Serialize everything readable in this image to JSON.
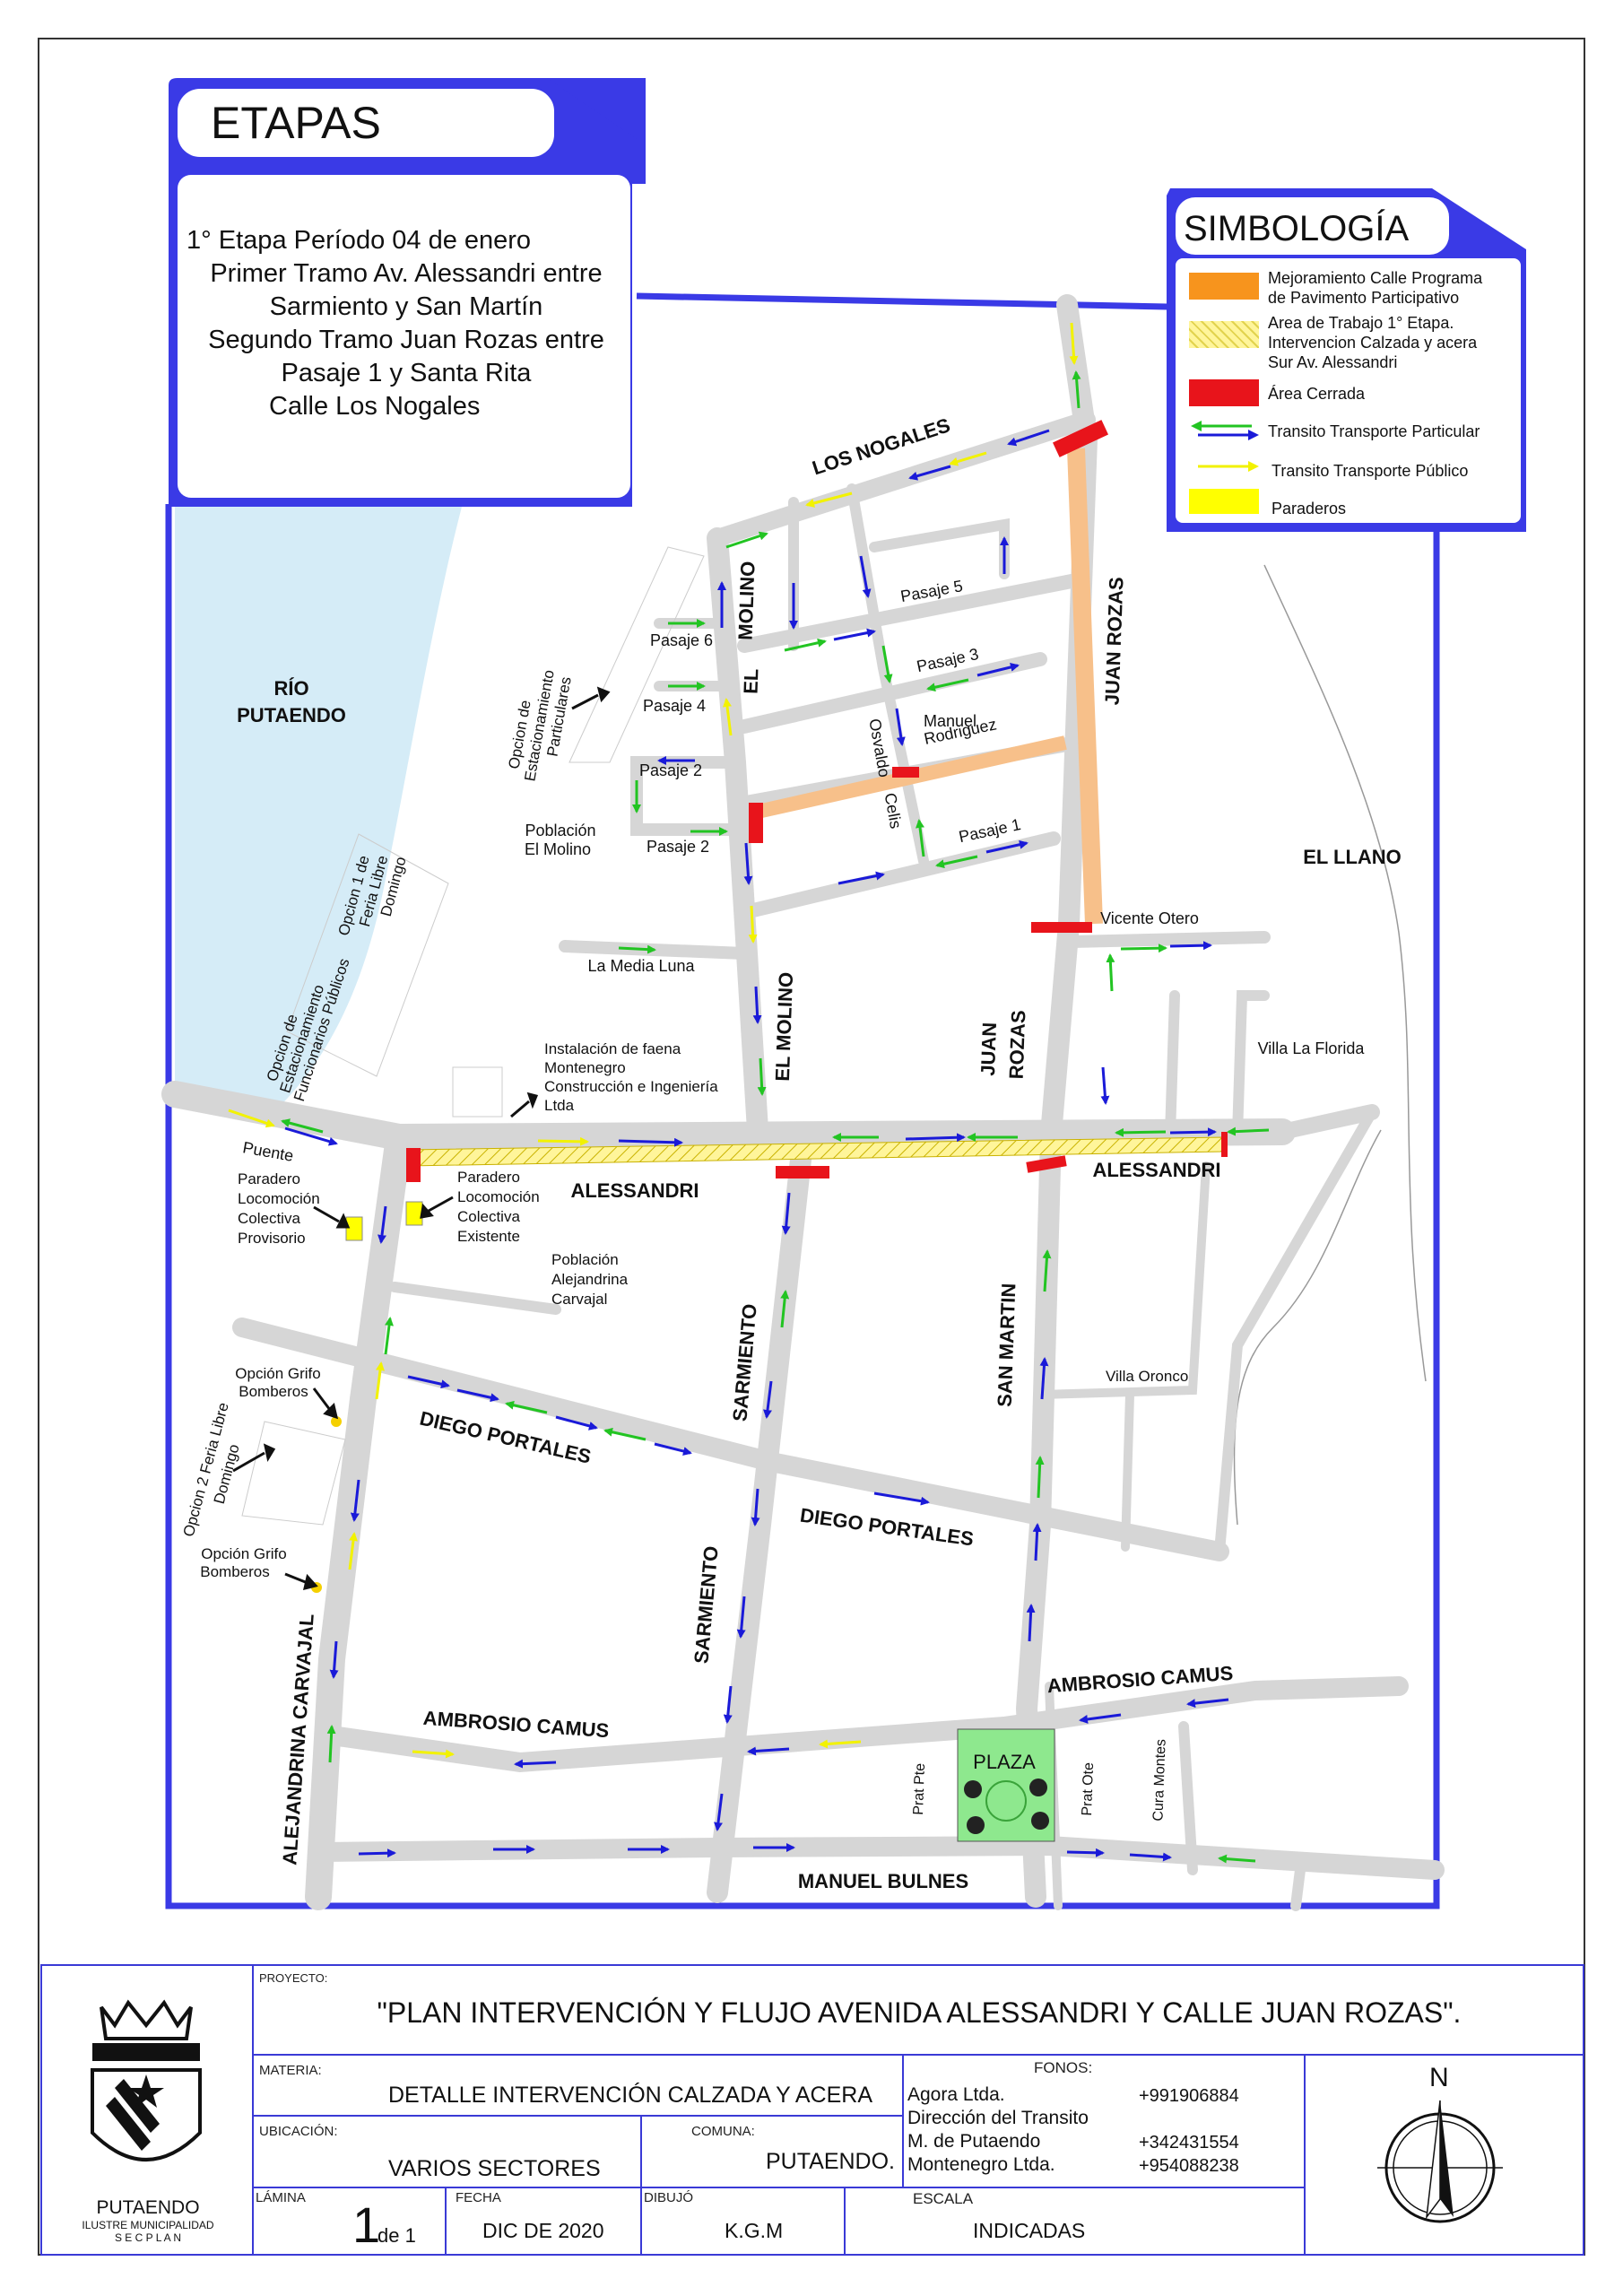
{
  "etapas": {
    "title": "ETAPAS",
    "lines": [
      "1° Etapa Período 04 de enero",
      "Primer Tramo Av. Alessandri entre",
      "Sarmiento y San Martín",
      "Segundo Tramo Juan Rozas entre",
      "Pasaje 1 y Santa Rita",
      "Calle Los Nogales"
    ]
  },
  "simbologia": {
    "title": "SIMBOLOGÍA",
    "items": [
      {
        "text": "Mejoramiento Calle Programa",
        "text2": "de Pavimento Participativo",
        "symbol": "orange-fill",
        "color": "#f7941d"
      },
      {
        "text": "Area de Trabajo 1° Etapa.",
        "text2": "Intervencion Calzada y acera",
        "text3": "Sur Av. Alessandri",
        "symbol": "yellow-hatch",
        "color": "#fff59a"
      },
      {
        "text": "Área Cerrada",
        "symbol": "red-fill",
        "color": "#e8141b"
      },
      {
        "text": "Transito Transporte Particular",
        "symbol": "green-blue-arrows",
        "color": "#2020d0"
      },
      {
        "text": "Transito Transporte Público",
        "symbol": "yellow-arrow",
        "color": "#f4f400"
      },
      {
        "text": "Paraderos",
        "symbol": "yellow-fill",
        "color": "#ffff00"
      }
    ]
  },
  "map_labels": {
    "rio": [
      "RÍO",
      "PUTAENDO"
    ],
    "el_llano": "EL LLANO",
    "los_nogales": "LOS NOGALES",
    "juan_rozas_n": "JUAN ROZAS",
    "juan_rozas_s1": "JUAN",
    "juan_rozas_s2": "ROZAS",
    "el_molino_1": "MOLINO",
    "el_molino_2": "EL",
    "el_molino_s": "EL MOLINO",
    "pasaje5": "Pasaje 5",
    "pasaje6": "Pasaje 6",
    "pasaje3": "Pasaje 3",
    "pasaje4": "Pasaje 4",
    "pasaje2a": "Pasaje 2",
    "pasaje2b": "Pasaje 2",
    "pasaje1": "Pasaje 1",
    "manuel_rod1": "Manuel",
    "manuel_rod2": "Rodriguez",
    "osvaldo": "Osvaldo",
    "celis": "Celis",
    "poblacion_molino1": "Población",
    "poblacion_molino2": "El Molino",
    "vicente_otero": "Vicente Otero",
    "media_luna": "La Media Luna",
    "villa_florida": "Villa La Florida",
    "estac_part": [
      "Opcion de",
      "Estacionamiento",
      "Particulares"
    ],
    "feria1": [
      "Opcion 1 de",
      "Feria Libre",
      "Domingo"
    ],
    "estac_func": [
      "Opcion de",
      "Estacionamiento",
      "Funcionarios Públicos"
    ],
    "faena": [
      "Instalación de faena",
      "Montenegro",
      "Construcción e Ingeniería",
      "Ltda"
    ],
    "puente": "Puente",
    "alessandri_1": "ALESSANDRI",
    "alessandri_2": "ALESSANDRI",
    "paradero_prov": [
      "Paradero",
      "Locomoción",
      "Colectiva",
      "Provisorio"
    ],
    "paradero_exist": [
      "Paradero",
      "Locomoción",
      "Colectiva",
      "Existente"
    ],
    "pob_alejandrina": [
      "Población",
      "Alejandrina",
      "Carvajal"
    ],
    "sarmiento_1": "SARMIENTO",
    "sarmiento_2": "SARMIENTO",
    "san_martin": "SAN MARTIN",
    "villa_oronco": "Villa Oronco",
    "grifo1": [
      "Opción Grifo",
      "Bomberos"
    ],
    "grifo2": [
      "Opción Grifo",
      "Bomberos"
    ],
    "feria2": [
      "Opcion 2 Feria Libre",
      "Domingo"
    ],
    "diego_portales_1": "DIEGO PORTALES",
    "diego_portales_2": "DIEGO PORTALES",
    "ambrosio_1": "AMBROSIO CAMUS",
    "ambrosio_2": "AMBROSIO CAMUS",
    "plaza": "PLAZA",
    "prat_pte": "Prat Pte",
    "prat_ote": "Prat Ote",
    "cura_montes": "Cura Montes",
    "alejandrina": "ALEJANDRINA CARVAJAL",
    "manuel_bulnes": "MANUEL BULNES"
  },
  "title_block": {
    "logo_text": "PUTAENDO",
    "logo_sub": "ILUSTRE MUNICIPALIDAD",
    "logo_sub2": "S E C P L A N",
    "proyecto_label": "PROYECTO:",
    "proyecto": "\"PLAN INTERVENCIÓN Y FLUJO AVENIDA ALESSANDRI Y CALLE JUAN ROZAS\".",
    "materia_label": "MATERIA:",
    "materia": "DETALLE INTERVENCIÓN CALZADA Y ACERA",
    "fonos_label": "FONOS:",
    "fonos": [
      {
        "name": "Agora Ltda.",
        "phone": "+991906884"
      },
      {
        "name": "Dirección del Transito",
        "phone": ""
      },
      {
        "name": "M. de Putaendo",
        "phone": "+342431554"
      },
      {
        "name": "Montenegro Ltda.",
        "phone": "+954088238"
      }
    ],
    "ubicacion_label": "UBICACIÓN:",
    "ubicacion": "VARIOS SECTORES",
    "comuna_label": "COMUNA:",
    "comuna": "PUTAENDO.",
    "lamina_label": "LÁMINA",
    "lamina_num": "1",
    "lamina_de": "de 1",
    "fecha_label": "FECHA",
    "fecha": "DIC DE 2020",
    "dibujo_label": "DIBUJÓ",
    "dibujo": "K.G.M",
    "escala_label": "ESCALA",
    "escala": "INDICADAS",
    "north": "N"
  }
}
